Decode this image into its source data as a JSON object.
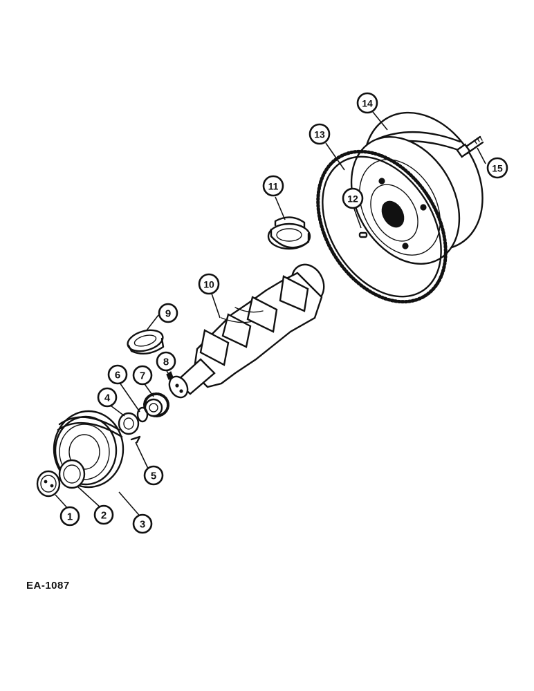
{
  "figure_code": "EA-1087",
  "callouts": [
    {
      "id": "callout-1",
      "label": "1"
    },
    {
      "id": "callout-2",
      "label": "2"
    },
    {
      "id": "callout-3",
      "label": "3"
    },
    {
      "id": "callout-4",
      "label": "4"
    },
    {
      "id": "callout-5",
      "label": "5"
    },
    {
      "id": "callout-6",
      "label": "6"
    },
    {
      "id": "callout-7",
      "label": "7"
    },
    {
      "id": "callout-8",
      "label": "8"
    },
    {
      "id": "callout-9",
      "label": "9"
    },
    {
      "id": "callout-10",
      "label": "10"
    },
    {
      "id": "callout-11",
      "label": "11"
    },
    {
      "id": "callout-12",
      "label": "12"
    },
    {
      "id": "callout-13",
      "label": "13"
    },
    {
      "id": "callout-14",
      "label": "14"
    },
    {
      "id": "callout-15",
      "label": "15"
    }
  ]
}
